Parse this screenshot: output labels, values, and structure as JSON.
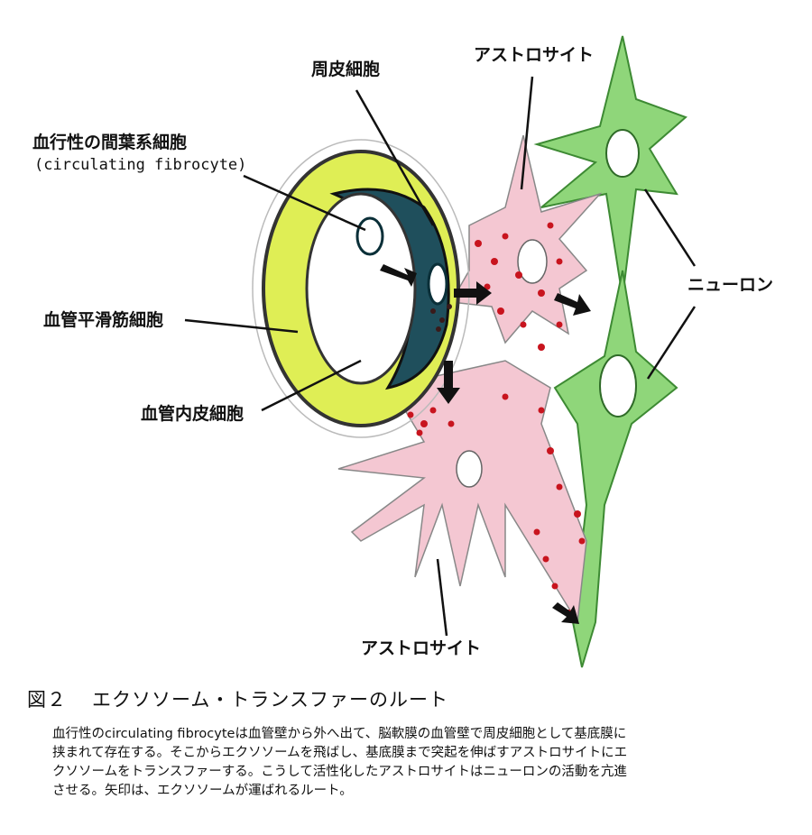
{
  "labels": {
    "pericyte": "周皮細胞",
    "astrocyte_top": "アストロサイト",
    "mesenchymal": "血行性の間葉系細胞",
    "mesenchymal_sub": "(circulating fibrocyte)",
    "smooth_muscle": "血管平滑筋細胞",
    "endothelial": "血管内皮細胞",
    "neuron": "ニューロン",
    "astrocyte_bottom": "アストロサイト"
  },
  "caption": {
    "figure_number": "図２",
    "title": "エクソソーム・トランスファーのルート",
    "lines": [
      "血行性のcirculating fibrocyteは血管壁から外へ出て、脳軟膜の血管壁で周皮細胞として基底膜に",
      "挟まれて存在する。そこからエクソソームを飛ばし、基底膜まで突起を伸ばすアストロサイトにエ",
      "クソソームをトランスファーする。こうして活性化したアストロサイトはニューロンの活動を亢進",
      "させる。矢印は、エクソソームが運ばれるルート。"
    ]
  },
  "colors": {
    "smooth_muscle": "#d8ec3a",
    "fibrocyte": "#1f4f5c",
    "astrocyte": "#f2c4cf",
    "neuron": "#7ccf6a",
    "exosome": "#c8141e",
    "arrow": "#111111"
  }
}
